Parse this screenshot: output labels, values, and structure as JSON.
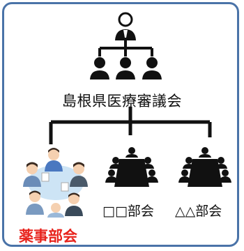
{
  "council": {
    "name": "島根県医療審議会"
  },
  "subcommittees": [
    {
      "name": "薬事部会",
      "color": "#e8231c"
    },
    {
      "name": "□□部会"
    },
    {
      "name": "△△部会"
    }
  ],
  "colors": {
    "border": "#4a73a8",
    "lines": "#111111"
  }
}
